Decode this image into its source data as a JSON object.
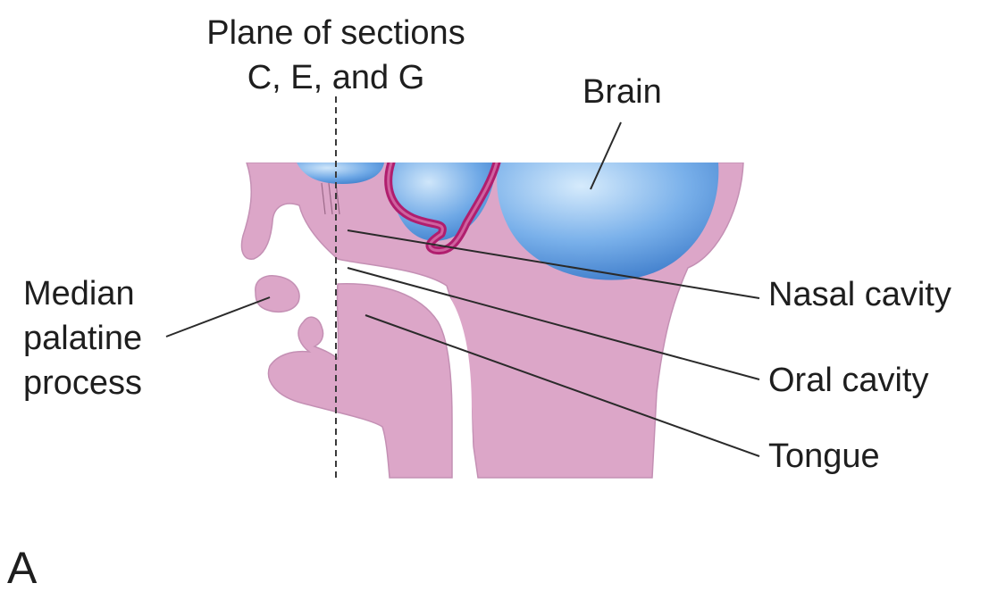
{
  "labels": {
    "plane_line1": "Plane of sections",
    "plane_line2": "C, E, and G",
    "brain": "Brain",
    "median_line1": "Median",
    "median_line2": "palatine",
    "median_line3": "process",
    "nasal_cavity": "Nasal cavity",
    "oral_cavity": "Oral cavity",
    "tongue": "Tongue"
  },
  "panel": "A",
  "colors": {
    "tissue": "#dca6c8",
    "tissue_edge": "#c48fb3",
    "brain_light": "#cfe6fa",
    "brain_dark": "#2f6fc2",
    "vessel": "#b01e6e",
    "leader": "#2a2a2a",
    "plane": "#3a3a3a"
  }
}
